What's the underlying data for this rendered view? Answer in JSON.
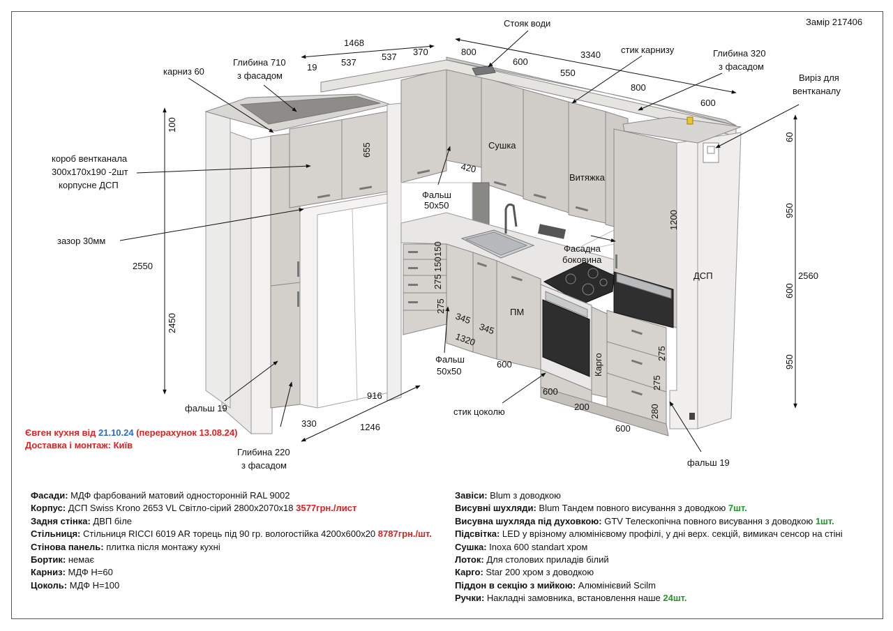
{
  "title": "Замір 217406",
  "header": {
    "customer_prefix": "Євген кухня від ",
    "order_date": "21.10.24",
    "recalc": " (перерахунок 13.08.24)",
    "delivery": "Доставка і монтаж: Київ"
  },
  "callouts": {
    "water_riser": "Стояк води",
    "cornice_joint": "стик карнизу",
    "depth_320_1": "Глибина 320",
    "depth_320_2": "з фасадом",
    "vent_cut_1": "Виріз для",
    "vent_cut_2": "вентканалу",
    "cornice_60": "карниз 60",
    "depth_710_1": "Глибина 710",
    "depth_710_2": "з фасадом",
    "vent_box_1": "короб вентканала",
    "vent_box_2": "300х170х190 -2шт",
    "vent_box_3": "корпусне ДСП",
    "gap": "зазор 30мм",
    "false_19_left": "фальш 19",
    "depth_220_1": "Глибина 220",
    "depth_220_2": "з фасадом",
    "false_50_top_1": "Фальш",
    "false_50_top_2": "50х50",
    "false_50_bot_1": "Фальш",
    "false_50_bot_2": "50х50",
    "plinth_joint": "стик цоколю",
    "false_19_right": "фальш 19",
    "dryer": "Сушка",
    "hood": "Витяжка",
    "side_facade_1": "Фасадна",
    "side_facade_2": "боковина",
    "dishwasher": "ПМ",
    "cargo": "Карго",
    "dsp": "ДСП"
  },
  "dimensions": {
    "d1468": "1468",
    "d19": "19",
    "d537a": "537",
    "d537b": "537",
    "d370": "370",
    "d800a": "800",
    "d600a": "600",
    "d3340": "3340",
    "d550": "550",
    "d800b": "800",
    "d600b": "600",
    "d100": "100",
    "d2550": "2550",
    "d2450": "2450",
    "d655": "655",
    "d420": "420",
    "d150a": "150",
    "d150b": "150",
    "d275a": "275",
    "d275b": "275",
    "d345a": "345",
    "d345b": "345",
    "d1320": "1320",
    "d916": "916",
    "d330": "330",
    "d1246": "1246",
    "d600c": "600",
    "d600d": "600",
    "d200": "200",
    "d600e": "600",
    "d1200": "1200",
    "d275c": "275",
    "d275d": "275",
    "d280": "280",
    "d60": "60",
    "d950a": "950",
    "d600f": "600",
    "d950b": "950",
    "d2560": "2560"
  },
  "specs_left": [
    {
      "label": "Фасади:",
      "text": " МДФ фарбований матовий односторонній RAL 9002",
      "price": ""
    },
    {
      "label": "Корпус:",
      "text": " ДСП Swiss Krono 2653 VL Світло-сірий 2800х2070х18 ",
      "price": "3577грн./лист"
    },
    {
      "label": "Задня стінка:",
      "text": " ДВП біле",
      "price": ""
    },
    {
      "label": "Стільниця:",
      "text": " Стільниця RICCI 6019 AR торець під 90 гр. вологостійка 4200х600х20 ",
      "price": "8787грн./шт."
    },
    {
      "label": "Стінова панель:",
      "text": "  плитка після монтажу кухні",
      "price": ""
    },
    {
      "label": "Бортик:",
      "text": " немає",
      "price": ""
    },
    {
      "label": "Карниз:",
      "text": " МДФ Н=60",
      "price": ""
    },
    {
      "label": "Цоколь:",
      "text": " МДФ Н=100",
      "price": ""
    }
  ],
  "specs_right": [
    {
      "label": "Завіси:",
      "text": " Blum з доводкою",
      "qty": ""
    },
    {
      "label": "Висувні шухляди:",
      "text": " Blum Тандем повного висування з доводкою ",
      "qty": "7шт."
    },
    {
      "label": "Висувна шухляда під духовкою:",
      "text": " GTV Телескопічна повного висування з доводкою ",
      "qty": "1шт."
    },
    {
      "label": "Підсвітка:",
      "text": " LED у врізному алюмінієвому профілі, у дні верх. секцій, вимикач сенсор на стіні",
      "qty": ""
    },
    {
      "label": "Сушка:",
      "text": " Inoxa 600 standart хром",
      "qty": ""
    },
    {
      "label": "Лоток:",
      "text": " Для столових приладів білий",
      "qty": ""
    },
    {
      "label": "Карго:",
      "text": " Star 200 хром з доводкою",
      "qty": ""
    },
    {
      "label": "Піддон в секцію з мийкою:",
      "text": " Алюмінієвий Scilm",
      "qty": ""
    },
    {
      "label": "Ручки:",
      "text": " Накладні замовника, встановлення наше ",
      "qty": "24шт."
    }
  ]
}
